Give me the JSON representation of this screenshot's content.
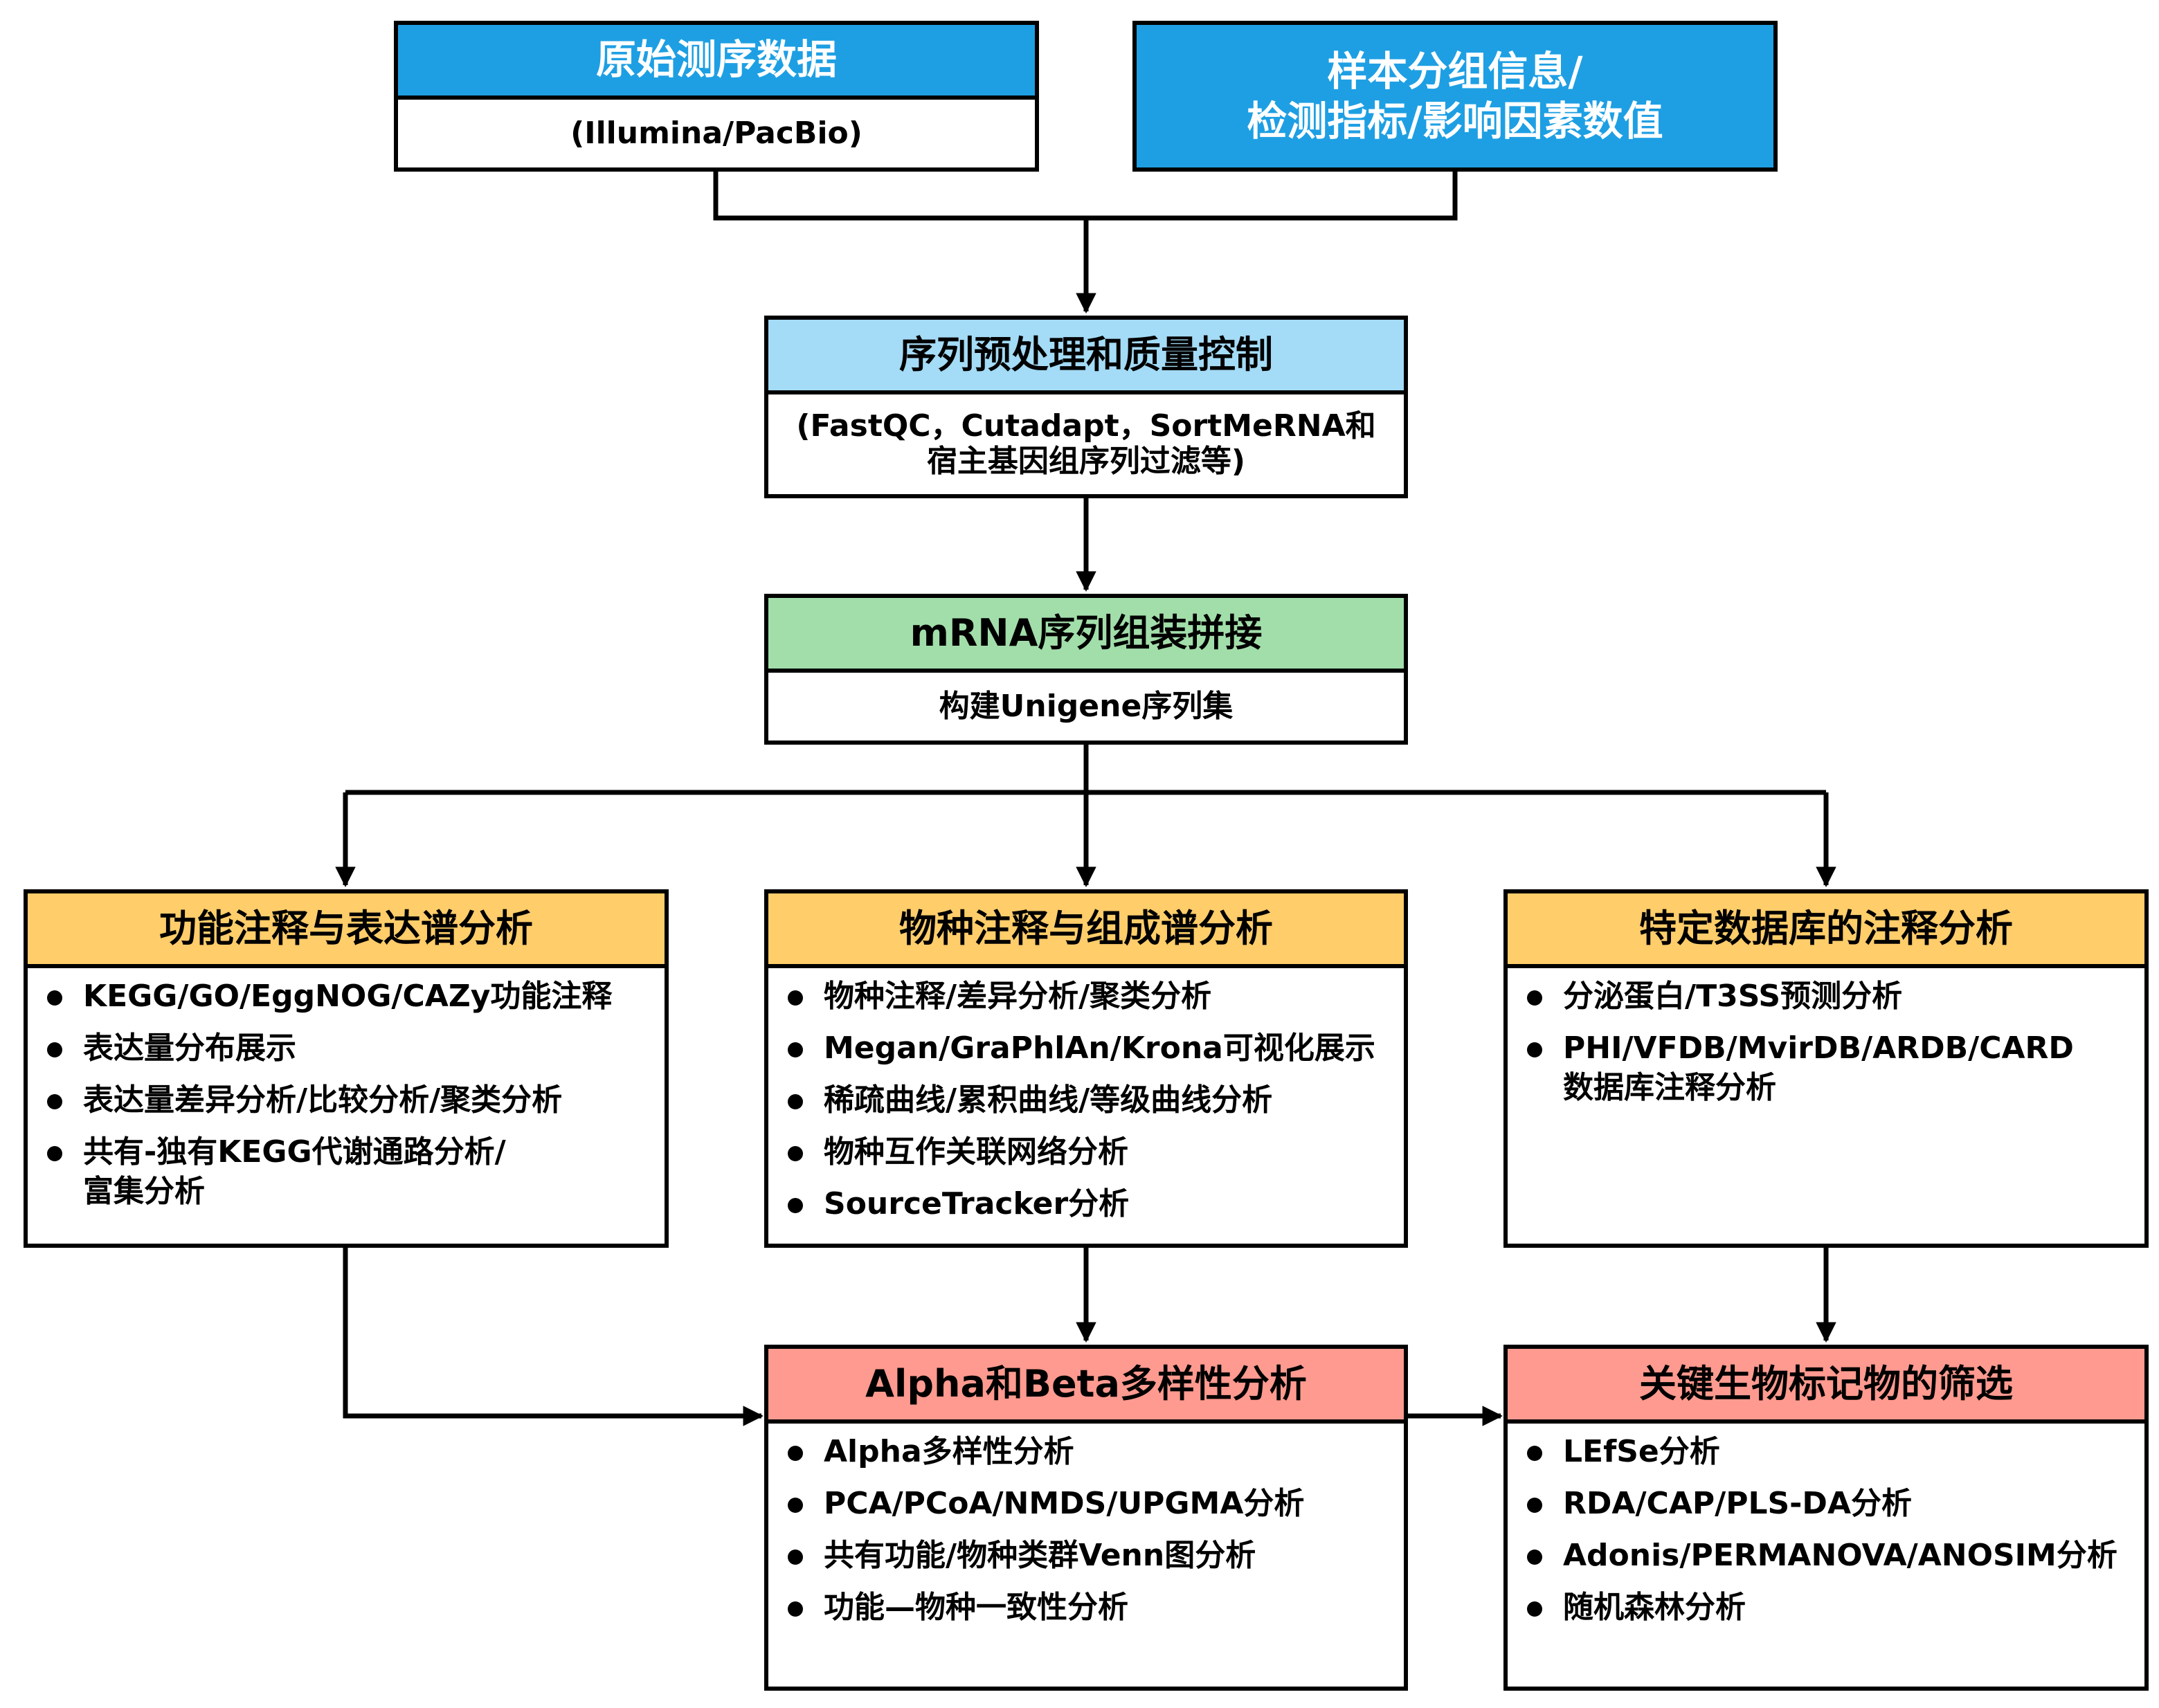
{
  "nodes": {
    "raw_data": {
      "title": "原始测序数据",
      "subtitle": "(Illumina/PacBio)"
    },
    "sample_info": {
      "title": "样本分组信息/\n检测指标/影响因素数值"
    },
    "qc": {
      "title": "序列预处理和质量控制",
      "subtitle": "(FastQC，Cutadapt，SortMeRNA和\n宿主基因组序列过滤等)"
    },
    "assembly": {
      "title": "mRNA序列组装拼接",
      "subtitle": "构建Unigene序列集"
    },
    "function": {
      "title": "功能注释与表达谱分析",
      "items": [
        "KEGG/GO/EggNOG/CAZy功能注释",
        "表达量分布展示",
        "表达量差异分析/比较分析/聚类分析",
        "共有-独有KEGG代谢通路分析/\n富集分析"
      ]
    },
    "species": {
      "title": "物种注释与组成谱分析",
      "items": [
        "物种注释/差异分析/聚类分析",
        "Megan/GraPhlAn/Krona可视化展示",
        "稀疏曲线/累积曲线/等级曲线分析",
        "物种互作关联网络分析",
        "SourceTracker分析"
      ]
    },
    "database": {
      "title": "特定数据库的注释分析",
      "items": [
        "分泌蛋白/T3SS预测分析",
        "PHI/VFDB/MvirDB/ARDB/CARD\n数据库注释分析"
      ]
    },
    "diversity": {
      "title": "Alpha和Beta多样性分析",
      "items": [
        "Alpha多样性分析",
        "PCA/PCoA/NMDS/UPGMA分析",
        "共有功能/物种类群Venn图分析",
        "功能—物种一致性分析"
      ]
    },
    "biomarker": {
      "title": "关键生物标记物的筛选",
      "items": [
        "LEfSe分析",
        "RDA/CAP/PLS-DA分析",
        "Adonis/PERMANOVA/ANOSIM分析",
        "随机森林分析"
      ]
    }
  },
  "colors": {
    "top_header": "#1e9fe3",
    "qc_header": "#a4dbf6",
    "assembly_header": "#a2deaa",
    "analysis_header": "#ffcd6a",
    "result_header": "#ff9a90",
    "line": "#000000"
  }
}
